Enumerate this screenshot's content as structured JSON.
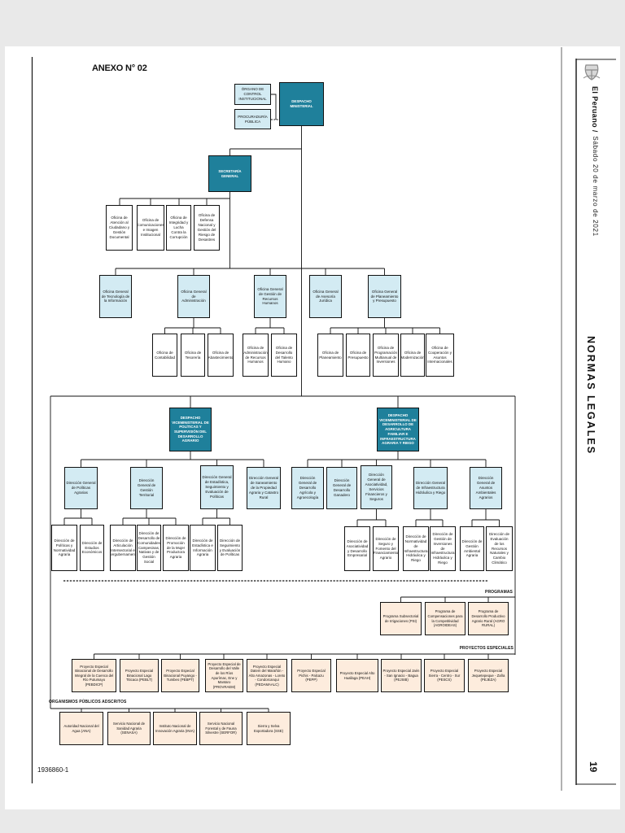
{
  "page": {
    "title": "ANEXO N° 02",
    "footer_code": "1936860-1",
    "sidebar": {
      "masthead": "El Peruano /",
      "date": "Sábado 20 de marzo de 2021",
      "section": "NORMAS LEGALES",
      "page_number": "19"
    }
  },
  "colors": {
    "teal": "#1f809b",
    "light_blue": "#d3ebf3",
    "peach": "#fdecdd"
  },
  "org": {
    "control": "ÓRGANO DE CONTROL INSTITUCIONAL",
    "procuraduria": "PROCURADURÍA PÚBLICA",
    "despacho_ministerial": "DESPACHO MINISTERIAL",
    "secretaria_general": "SECRETARÍA GENERAL",
    "sg_offices": [
      "Oficina de Atención al Ciudadano y Gestión Documental",
      "Oficina de Comunicaciones e Imagen Institucional",
      "Oficina de Integridad y Lucha Contra la Corrupción",
      "Oficina de Defensa Nacional y Gestión del Riesgo de Desastres"
    ],
    "general_offices": [
      "Oficina General de Tecnología de la Información",
      "Oficina General de Administración",
      "Oficina General de Gestión de Recursos Humanos",
      "Oficina General de Asesoría Jurídica",
      "Oficina General de Planeamiento y Presupuesto"
    ],
    "admin_offices": [
      "Oficina de Contabilidad",
      "Oficina de Tesorería",
      "Oficina de Abastecimiento"
    ],
    "rrhh_offices": [
      "Oficina de Administración de Recursos Humanos",
      "Oficina de Desarrollo del Talento Humano"
    ],
    "planeamiento_offices": [
      "Oficina de Planeamiento",
      "Oficina de Presupuesto",
      "Oficina de Programación Multianual de Inversiones",
      "Oficina de Modernización",
      "Oficina de Cooperación y Asuntos Internacionales"
    ],
    "viceministerios": [
      "DESPACHO VICEMINISTERIAL DE POLÍTICAS Y SUPERVISIÓN DEL DESARROLLO AGRARIO",
      "DESPACHO VICEMINISTERIAL DE DESARROLLO DE AGRICULTURA FAMILIAR E INFRAESTRUCTURA AGRARIA Y RIEGO"
    ],
    "direcciones_generales": [
      "Dirección General de Políticas Agrarias",
      "Dirección General de Gestión Territorial",
      "Dirección General de Estadística, Seguimiento y Evaluación de Políticas",
      "Dirección General de Saneamiento de la Propiedad Agraria y Catastro Rural",
      "Dirección General de Desarrollo Agrícola y Agroecología",
      "Dirección General de Desarrollo Ganadero",
      "Dirección General de Asociatividad, Servicios Financieros y Seguros",
      "Dirección General de Infraestructura Hidráulica y Riego",
      "Dirección General de Asuntos Ambientales Agrarios"
    ],
    "direcciones": [
      "Dirección de Políticas y Normatividad Agraria",
      "Dirección de Estudios Económicos",
      "Dirección de Articulación Intersectorial e Intergubernamental",
      "Dirección de Desarrollo de Comunidades Campesinas, Nativas y de Gestión Social",
      "Dirección de Promoción de la Mujer Productora Agraria",
      "Dirección de Estadística e Información Agraria",
      "Dirección de Seguimiento y Evaluación de Políticas",
      "Dirección de Asociatividad y Desarrollo Empresarial",
      "Dirección de Seguro y Fomento del Financiamiento Agrario",
      "Dirección de Normatividad de Infraestructura Hidráulica y Riego",
      "Dirección de Gestión de Inversiones de Infraestructura Hidráulica y Riego",
      "Dirección de Gestión Ambiental Agraria",
      "Dirección de Evaluación de los Recursos Naturales y Cambio Climático"
    ],
    "programas_label": "PROGRAMAS",
    "programas": [
      "Programa Subsectorial de Irrigaciones (PSI)",
      "Programa de Compensaciones para la Competitividad (AGROIDEAS)",
      "Programa de Desarrollo Productivo Agrario Rural (AGRO RURAL)"
    ],
    "proyectos_label": "PROYECTOS ESPECIALES",
    "proyectos": [
      "Proyecto Especial Binacional de Desarrollo Integral de la Cuenca del Río Putumayo (PEBDICP)",
      "Proyecto Especial Binacional Lago Titicaca (PEBLT)",
      "Proyecto Especial Binacional Puyango - Tumbes (PEBPT)",
      "Proyecto Especial de Desarrollo del Valle de los Ríos Apurímac, Ene y Mantaro (PROVRAEM)",
      "Proyecto Especial Datem del Marañón - Alto Amazonas - Loreto - Condorcanqui (PEDAMAALC)",
      "Proyecto Especial Pichis - Palcazu (PEPP)",
      "Proyecto Especial Alto Huallaga (PEAH)",
      "Proyecto Especial Jaén - San Ignacio - Bagua (PEJSIB)",
      "Proyecto Especial Sierra - Centro - Sur (PESCS)",
      "Proyecto Especial Jequetepeque - Zaña (PEJEZA)"
    ],
    "organismos_label": "ORGANISMOS PÚBLICOS ADSCRITOS",
    "organismos": [
      "Autoridad Nacional del Agua (ANA)",
      "Servicio Nacional de Sanidad Agraria (SENASA)",
      "Instituto Nacional de Innovación Agraria (INIA)",
      "Servicio Nacional Forestal y de Fauna Silvestre (SERFOR)",
      "Sierra y Selva Exportadora (SSE)"
    ]
  }
}
